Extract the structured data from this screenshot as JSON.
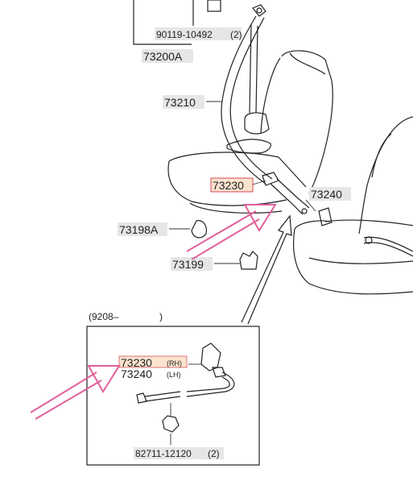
{
  "labels": {
    "part_90119": "90119-10492",
    "part_90119_qty": "(2)",
    "part_73200A": "73200A",
    "part_73210": "73210",
    "part_73230": "73230",
    "part_73240": "73240",
    "part_73198A": "73198A",
    "part_73199": "73199"
  },
  "inset": {
    "date_label": "(9208–",
    "date_close": ")",
    "part_73230": "73230",
    "part_73230_side": "(RH)",
    "part_73240": "73240",
    "part_73240_side": "(LH)",
    "part_82711": "82711-12120",
    "part_82711_qty": "(2)"
  },
  "colors": {
    "arrow": "#e0609a",
    "highlight": "#fbe3cf",
    "label_bg": "#e6e6e6",
    "line": "#222222"
  }
}
